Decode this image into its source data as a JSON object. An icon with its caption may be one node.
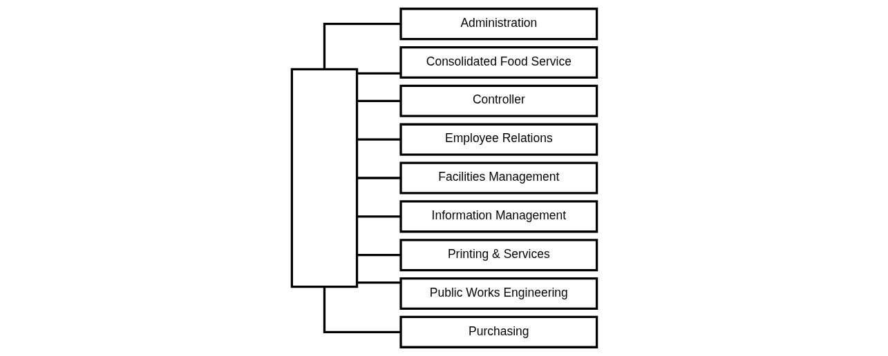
{
  "diagram": {
    "nodes": [
      {
        "text": [],
        "shape": "box"
      },
      {
        "text": [
          "Administration"
        ]
      },
      {
        "text": [
          "Consolidated Food Service"
        ]
      },
      {
        "text": [
          "Controller"
        ]
      },
      {
        "text": [
          "Employee Relations"
        ]
      },
      {
        "text": [
          "Facilities Management"
        ]
      },
      {
        "text": [
          "Information Management"
        ]
      },
      {
        "text": [
          "Printing & Services"
        ]
      },
      {
        "text": [
          "Public Works Engineering"
        ]
      },
      {
        "text": [
          "Purchasing"
        ]
      }
    ],
    "edges": [
      {
        "from": 0,
        "to": 1,
        "arrow": "none"
      },
      {
        "from": 0,
        "to": 2,
        "arrow": "none"
      },
      {
        "from": 0,
        "to": 3,
        "arrow": "none"
      },
      {
        "from": 0,
        "to": 4,
        "arrow": "none"
      },
      {
        "from": 0,
        "to": 5,
        "arrow": "none"
      },
      {
        "from": 0,
        "to": 6,
        "arrow": "none"
      },
      {
        "from": 0,
        "to": 7,
        "arrow": "none"
      },
      {
        "from": 0,
        "to": 8,
        "arrow": "none"
      },
      {
        "from": 0,
        "to": 9,
        "arrow": "none"
      }
    ]
  }
}
